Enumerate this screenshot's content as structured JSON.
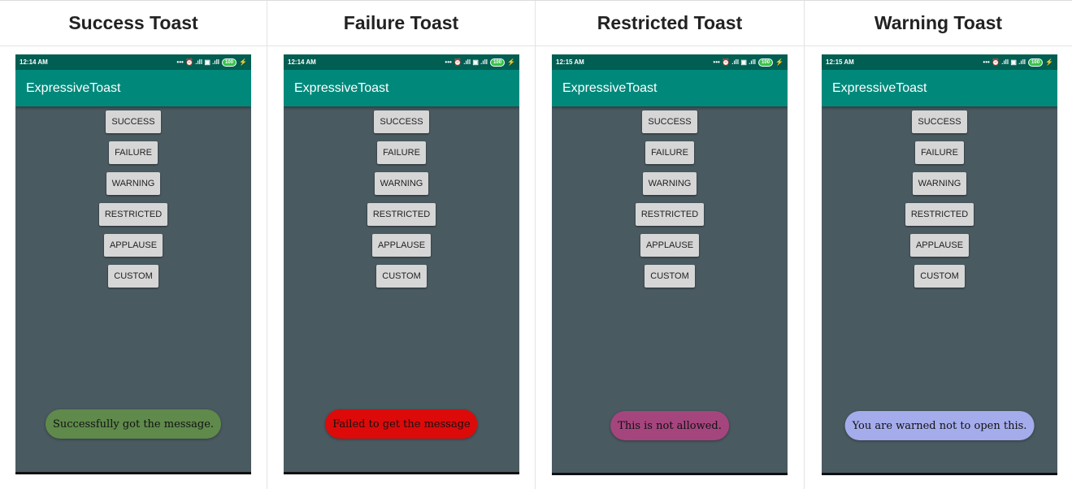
{
  "columns": [
    {
      "heading": "Success Toast",
      "time": "12:14 AM",
      "app_title": "ExpressiveToast",
      "buttons": [
        "SUCCESS",
        "FAILURE",
        "WARNING",
        "RESTRICTED",
        "APPLAUSE",
        "CUSTOM"
      ],
      "toast": {
        "text": "Successfully got the message.",
        "color": "#5f8a4b"
      }
    },
    {
      "heading": "Failure Toast",
      "time": "12:14 AM",
      "app_title": "ExpressiveToast",
      "buttons": [
        "SUCCESS",
        "FAILURE",
        "WARNING",
        "RESTRICTED",
        "APPLAUSE",
        "CUSTOM"
      ],
      "toast": {
        "text": "Failed to get the message",
        "color": "#dd0a0a"
      }
    },
    {
      "heading": "Restricted Toast",
      "time": "12:15 AM",
      "app_title": "ExpressiveToast",
      "buttons": [
        "SUCCESS",
        "FAILURE",
        "WARNING",
        "RESTRICTED",
        "APPLAUSE",
        "CUSTOM"
      ],
      "toast": {
        "text": "This is not allowed.",
        "color": "#a5457e"
      }
    },
    {
      "heading": "Warning Toast",
      "time": "12:15 AM",
      "app_title": "ExpressiveToast",
      "buttons": [
        "SUCCESS",
        "FAILURE",
        "WARNING",
        "RESTRICTED",
        "APPLAUSE",
        "CUSTOM"
      ],
      "toast": {
        "text": "You are warned not to open this.",
        "color": "#a4acec"
      }
    }
  ],
  "status_bar": {
    "icons": "••• ⏰ .ıll ▣ .ıll",
    "battery": "100"
  },
  "colors": {
    "app_bar": "#00897b",
    "status_bar": "#005e52",
    "screen_bg": "#4a5a61",
    "button_bg": "#d6d6d6"
  }
}
